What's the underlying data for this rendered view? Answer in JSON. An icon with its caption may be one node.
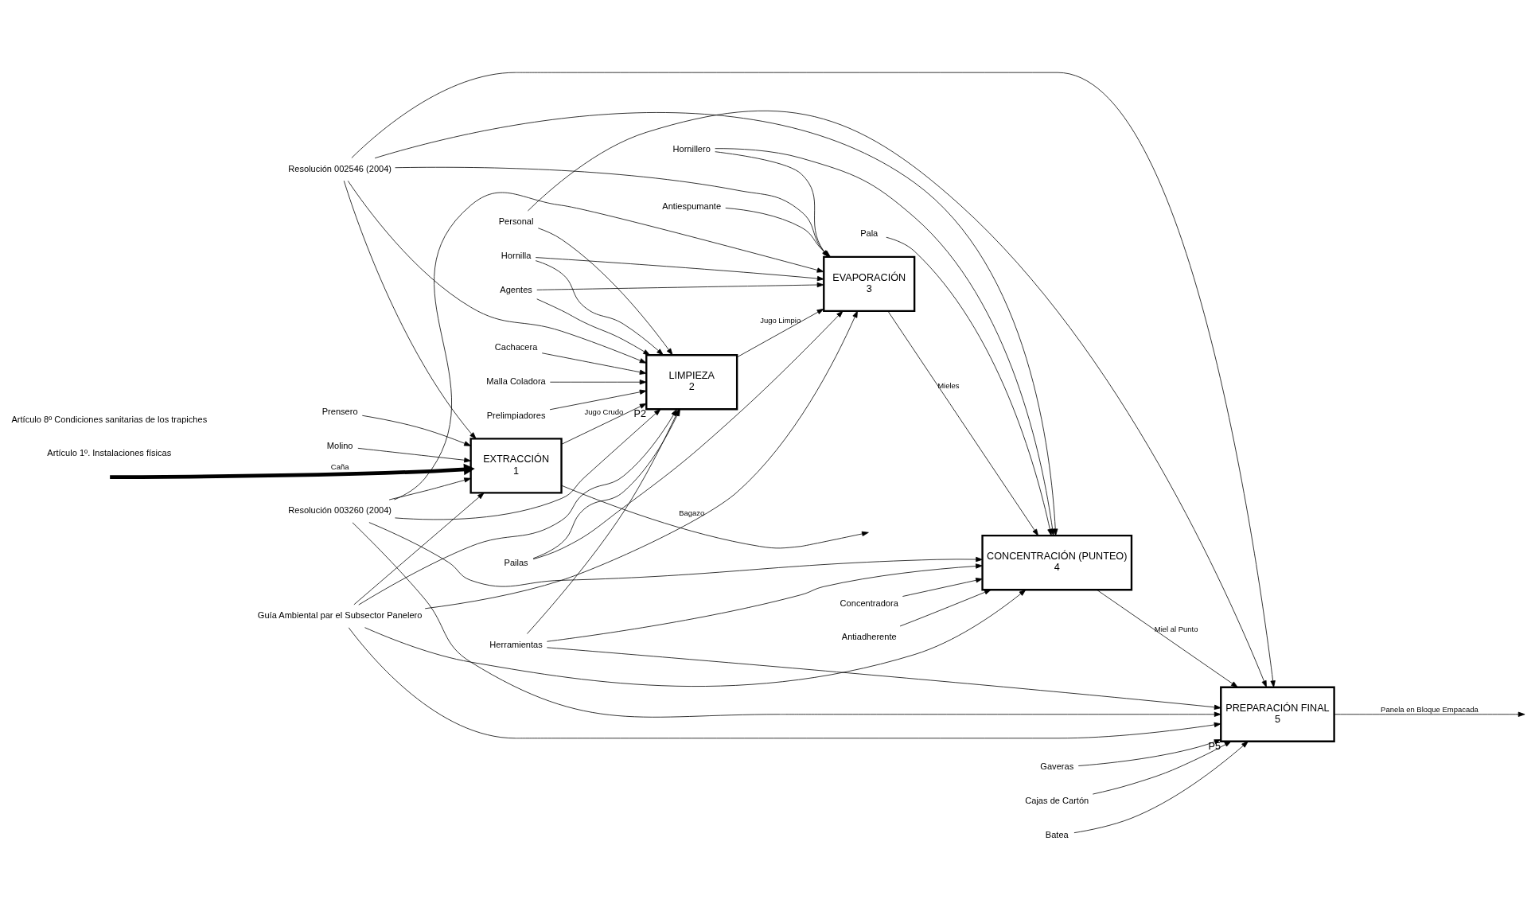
{
  "diagram": {
    "nodes": [
      {
        "text": [
          "EXTRACCIÓN",
          "1"
        ]
      },
      {
        "text": [
          "LIMPIEZA",
          "2"
        ],
        "beside": [
          "P2"
        ]
      },
      {
        "text": [
          "EVAPORACIÓN",
          "3"
        ]
      },
      {
        "text": [
          "CONCENTRACIÓN (PUNTEO)",
          "4"
        ]
      },
      {
        "text": [
          "PREPARACIÓN FINAL",
          "5"
        ],
        "beside": [
          "P5"
        ]
      },
      {
        "text": [
          "Resolución 002546 (2004)"
        ]
      },
      {
        "text": [
          "Resolución 003260 (2004)"
        ]
      },
      {
        "text": [
          "Guía Ambiental par el Subsector Panelero"
        ]
      },
      {
        "text": [
          "Prensero"
        ]
      },
      {
        "text": [
          "Molino"
        ]
      },
      {
        "text": [
          "Personal"
        ]
      },
      {
        "text": [
          "Cachacera"
        ]
      },
      {
        "text": [
          "Malla Coladora"
        ]
      },
      {
        "text": [
          "Prelimpiadores"
        ]
      },
      {
        "text": [
          "Hornillero"
        ]
      },
      {
        "text": [
          "Antiespumante"
        ]
      },
      {
        "text": [
          "Agentes"
        ]
      },
      {
        "text": [
          "Hornilla"
        ]
      },
      {
        "text": [
          "Pailas"
        ]
      },
      {
        "text": [
          "Concentradora"
        ]
      },
      {
        "text": [
          "Antiadherente"
        ]
      },
      {
        "text": [
          "Pala"
        ]
      },
      {
        "text": [
          "Herramientas"
        ]
      },
      {
        "text": [
          "Gaveras"
        ]
      },
      {
        "text": [
          "Cajas de Cartón"
        ]
      },
      {
        "text": [
          "Batea"
        ]
      }
    ],
    "edges": [
      {
        "from": null,
        "to": 0,
        "arrow": "to",
        "label": "Caña",
        "style": "thick"
      },
      {
        "from": 0,
        "to": null,
        "arrow": "to",
        "label": "Bagazo"
      },
      {
        "from": 0,
        "to": 1,
        "arrow": "to",
        "label": "Jugo Crudo"
      },
      {
        "from": 1,
        "to": 2,
        "arrow": "to",
        "label": "Jugo Limpio"
      },
      {
        "from": 2,
        "to": 3,
        "arrow": "to",
        "label": "Mieles"
      },
      {
        "from": 3,
        "to": 4,
        "arrow": "to",
        "label": "Miel al Punto"
      },
      {
        "from": 4,
        "to": null,
        "arrow": "to",
        "label": "Panela en Bloque Empacada"
      },
      {
        "from": 5,
        "to": 0,
        "arrow": "to"
      },
      {
        "from": 5,
        "to": 1,
        "arrow": "to"
      },
      {
        "from": 5,
        "to": 2,
        "arrow": "to"
      },
      {
        "from": 5,
        "to": 3,
        "arrow": "to"
      },
      {
        "from": 5,
        "to": 4,
        "arrow": "to"
      },
      {
        "from": 6,
        "to": 0,
        "arrow": "to"
      },
      {
        "from": 6,
        "to": 1,
        "arrow": "to"
      },
      {
        "from": 6,
        "to": 2,
        "arrow": "to"
      },
      {
        "from": 6,
        "to": 3,
        "arrow": "to"
      },
      {
        "from": 6,
        "to": 4,
        "arrow": "to"
      },
      {
        "from": 7,
        "to": 0,
        "arrow": "to"
      },
      {
        "from": 7,
        "to": 1,
        "arrow": "to"
      },
      {
        "from": 7,
        "to": 2,
        "arrow": "to"
      },
      {
        "from": 7,
        "to": 3,
        "arrow": "to"
      },
      {
        "from": 7,
        "to": 4,
        "arrow": "to"
      },
      {
        "from": 8,
        "to": 0,
        "arrow": "to"
      },
      {
        "from": 9,
        "to": 0,
        "arrow": "to"
      },
      {
        "from": 10,
        "to": 1,
        "arrow": "to"
      },
      {
        "from": 10,
        "to": 4,
        "arrow": "to"
      },
      {
        "from": 11,
        "to": 1,
        "arrow": "to"
      },
      {
        "from": 12,
        "to": 1,
        "arrow": "to"
      },
      {
        "from": 13,
        "to": 1,
        "arrow": "to"
      },
      {
        "from": 14,
        "to": 2,
        "arrow": "to"
      },
      {
        "from": 14,
        "to": 3,
        "arrow": "to"
      },
      {
        "from": 15,
        "to": 2,
        "arrow": "to"
      },
      {
        "from": 16,
        "to": 1,
        "arrow": "to"
      },
      {
        "from": 16,
        "to": 2,
        "arrow": "to"
      },
      {
        "from": 17,
        "to": 1,
        "arrow": "to"
      },
      {
        "from": 17,
        "to": 2,
        "arrow": "to"
      },
      {
        "from": 18,
        "to": 1,
        "arrow": "to"
      },
      {
        "from": 18,
        "to": 2,
        "arrow": "to"
      },
      {
        "from": 19,
        "to": 3,
        "arrow": "to"
      },
      {
        "from": 20,
        "to": 3,
        "arrow": "to"
      },
      {
        "from": 21,
        "to": 3,
        "arrow": "to"
      },
      {
        "from": 22,
        "to": 1,
        "arrow": "to"
      },
      {
        "from": 22,
        "to": 3,
        "arrow": "to"
      },
      {
        "from": 22,
        "to": 4,
        "arrow": "to"
      },
      {
        "from": 23,
        "to": 4,
        "arrow": "to"
      },
      {
        "from": 24,
        "to": 4,
        "arrow": "to"
      },
      {
        "from": 25,
        "to": 4,
        "arrow": "to"
      }
    ],
    "labels": [
      "Artículo 1º. Instalaciones físicas",
      "Artículo 8º Condiciones sanitarias de los trapiches"
    ]
  }
}
